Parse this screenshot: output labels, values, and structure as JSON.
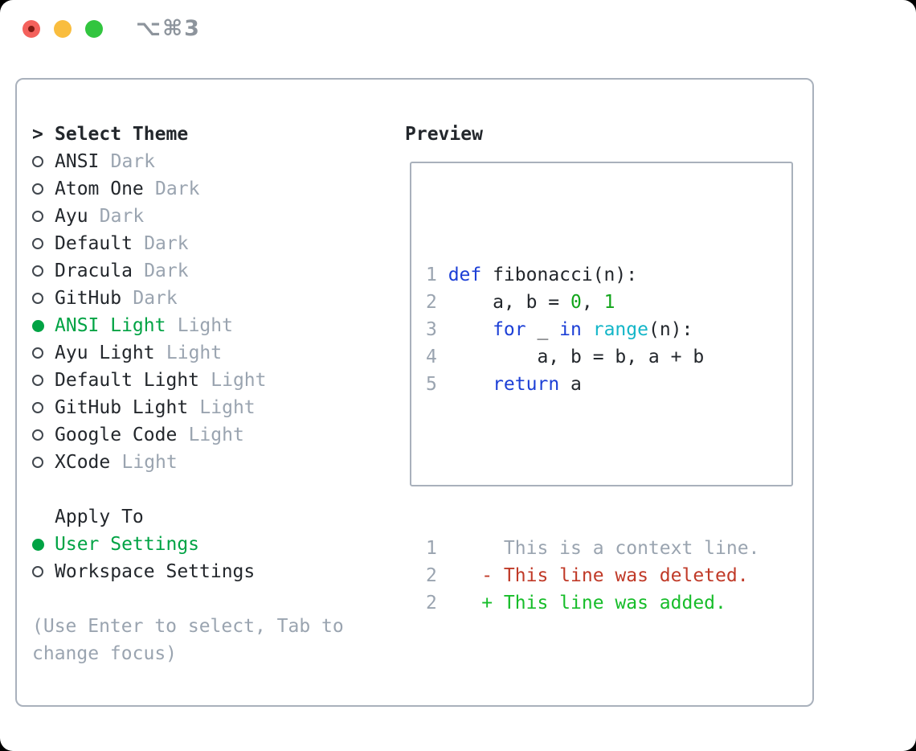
{
  "colors": {
    "light_red": "#f4615c",
    "light_red_dot": "#7f1a13",
    "light_yellow": "#f9bd3e",
    "light_green": "#32c53f",
    "shortcut_gray": "#8d949c",
    "panel_border": "#a9b1bc",
    "selected_green": "#00a344",
    "muted": "#9aa4b0",
    "plain": "#23272c",
    "keyword": "#1c3fd6",
    "builtin": "#14b6c8",
    "number": "#12a51b",
    "context": "#9aa4b0",
    "deleted": "#c03a28",
    "added": "#17bd2a"
  },
  "titlebar": {
    "shortcut": "⌥⌘3"
  },
  "theme_picker": {
    "marker": ">",
    "title": "Select Theme",
    "items": [
      {
        "name": "ANSI",
        "variant": "Dark",
        "selected": false
      },
      {
        "name": "Atom One",
        "variant": "Dark",
        "selected": false
      },
      {
        "name": "Ayu",
        "variant": "Dark",
        "selected": false
      },
      {
        "name": "Default",
        "variant": "Dark",
        "selected": false
      },
      {
        "name": "Dracula",
        "variant": "Dark",
        "selected": false
      },
      {
        "name": "GitHub",
        "variant": "Dark",
        "selected": false
      },
      {
        "name": "ANSI Light",
        "variant": "Light",
        "selected": true
      },
      {
        "name": "Ayu Light",
        "variant": "Light",
        "selected": false
      },
      {
        "name": "Default Light",
        "variant": "Light",
        "selected": false
      },
      {
        "name": "GitHub Light",
        "variant": "Light",
        "selected": false
      },
      {
        "name": "Google Code",
        "variant": "Light",
        "selected": false
      },
      {
        "name": "XCode",
        "variant": "Light",
        "selected": false
      }
    ]
  },
  "apply_to": {
    "title": "Apply To",
    "options": [
      {
        "label": "User Settings",
        "selected": true
      },
      {
        "label": "Workspace Settings",
        "selected": false
      }
    ]
  },
  "hint": "(Use Enter to select, Tab to change focus)",
  "preview": {
    "title": "Preview",
    "code_lines": [
      {
        "num": "1",
        "tokens": [
          {
            "text": "def",
            "type": "k"
          },
          {
            "text": " fibonacci(n):",
            "type": "p"
          }
        ]
      },
      {
        "num": "2",
        "tokens": [
          {
            "text": "    a, b = ",
            "type": "p"
          },
          {
            "text": "0",
            "type": "n"
          },
          {
            "text": ", ",
            "type": "p"
          },
          {
            "text": "1",
            "type": "n"
          }
        ]
      },
      {
        "num": "3",
        "tokens": [
          {
            "text": "    ",
            "type": "p"
          },
          {
            "text": "for",
            "type": "k"
          },
          {
            "text": " _ ",
            "type": "p"
          },
          {
            "text": "in",
            "type": "k"
          },
          {
            "text": " ",
            "type": "p"
          },
          {
            "text": "range",
            "type": "b"
          },
          {
            "text": "(n):",
            "type": "p"
          }
        ]
      },
      {
        "num": "4",
        "tokens": [
          {
            "text": "        a, b = b, a + b",
            "type": "p"
          }
        ]
      },
      {
        "num": "5",
        "tokens": [
          {
            "text": "    ",
            "type": "p"
          },
          {
            "text": "return",
            "type": "k"
          },
          {
            "text": " a",
            "type": "p"
          }
        ]
      }
    ],
    "diff_lines": [
      {
        "num": "1",
        "text": "     This is a context line.",
        "type": "context"
      },
      {
        "num": "2",
        "text": "   - This line was deleted.",
        "type": "deleted"
      },
      {
        "num": "2",
        "text": "   + This line was added.",
        "type": "added"
      }
    ]
  }
}
